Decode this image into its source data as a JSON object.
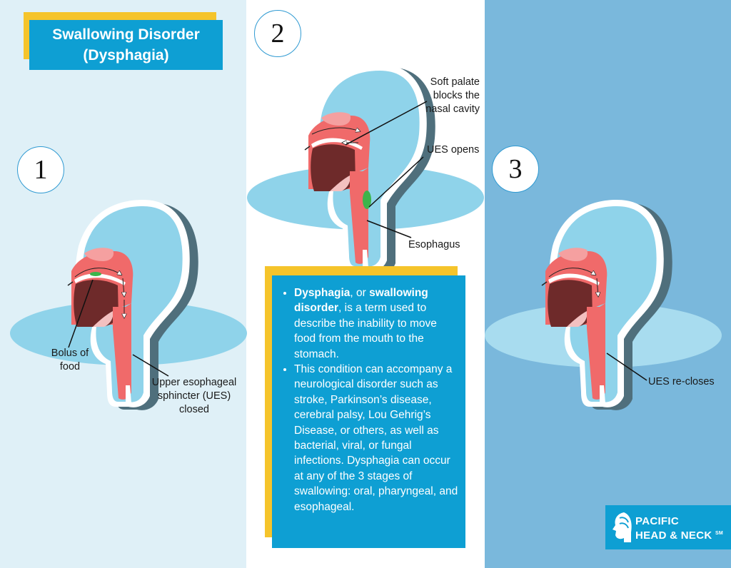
{
  "title": {
    "line1": "Swallowing Disorder",
    "line2": "(Dysphagia)"
  },
  "stages": [
    {
      "number": "1",
      "labels": {
        "bolus": "Bolus of food",
        "ues": "Upper esophageal sphincter (UES) closed"
      }
    },
    {
      "number": "2",
      "labels": {
        "soft_palate": "Soft palate blocks the nasal cavity",
        "ues_opens": "UES opens",
        "esophagus": "Esophagus"
      }
    },
    {
      "number": "3",
      "labels": {
        "ues_recloses": "UES re-closes"
      }
    }
  ],
  "info": {
    "item1": {
      "bold1": "Dysphagia",
      "text1": ", or ",
      "bold2": "swallowing disorder",
      "text2": ", is a term used to describe the inability to move food from the mouth to the stomach."
    },
    "item2": "This condition can accom­pany a neurological disorder such as stroke, Parkinson’s disease, cerebral palsy, Lou Gehrig’s Disease, or others, as well as bacterial, viral, or fungal infections. Dyspha­gia can occur at any of the 3 stages of swallowing: oral, pharyngeal, and esophageal."
  },
  "logo": {
    "line1": "PACIFIC",
    "line2": "HEAD & NECK",
    "mark": "SM"
  },
  "colors": {
    "panel1_bg": "#dff0f7",
    "panel2_bg": "#ffffff",
    "panel3_bg": "#7ab8dc",
    "accent_blue": "#0e9fd3",
    "accent_yellow": "#f5c42b",
    "head_fill": "#8fd3ea",
    "throat_red": "#f06a6a",
    "mouth_dark": "#6e2a2a",
    "bolus_green": "#3cb44b"
  }
}
